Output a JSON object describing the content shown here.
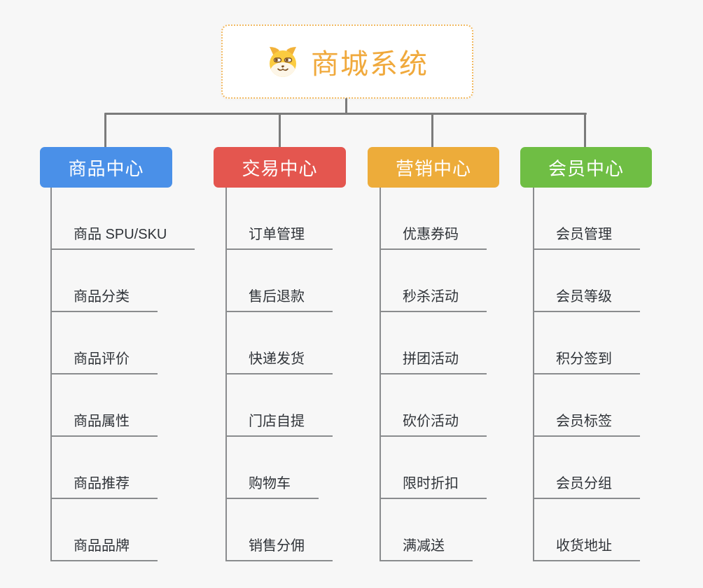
{
  "root": {
    "title": "商城系统",
    "icon": "dog-face-icon",
    "border_color": "#f2ba62",
    "title_color": "#f0a93c"
  },
  "connector_color": "#7b7b7b",
  "line_color": "#8a8c8e",
  "background_color": "#f7f7f7",
  "branches": [
    {
      "label": "商品中心",
      "color": "#4a90e8",
      "items": [
        "商品 SPU/SKU",
        "商品分类",
        "商品评价",
        "商品属性",
        "商品推荐",
        "商品品牌"
      ]
    },
    {
      "label": "交易中心",
      "color": "#e4564f",
      "items": [
        "订单管理",
        "售后退款",
        "快递发货",
        "门店自提",
        "购物车",
        "销售分佣"
      ]
    },
    {
      "label": "营销中心",
      "color": "#edac3a",
      "items": [
        "优惠券码",
        "秒杀活动",
        "拼团活动",
        "砍价活动",
        "限时折扣",
        "满减送"
      ]
    },
    {
      "label": "会员中心",
      "color": "#6fbe44",
      "items": [
        "会员管理",
        "会员等级",
        "积分签到",
        "会员标签",
        "会员分组",
        "收货地址"
      ]
    }
  ]
}
